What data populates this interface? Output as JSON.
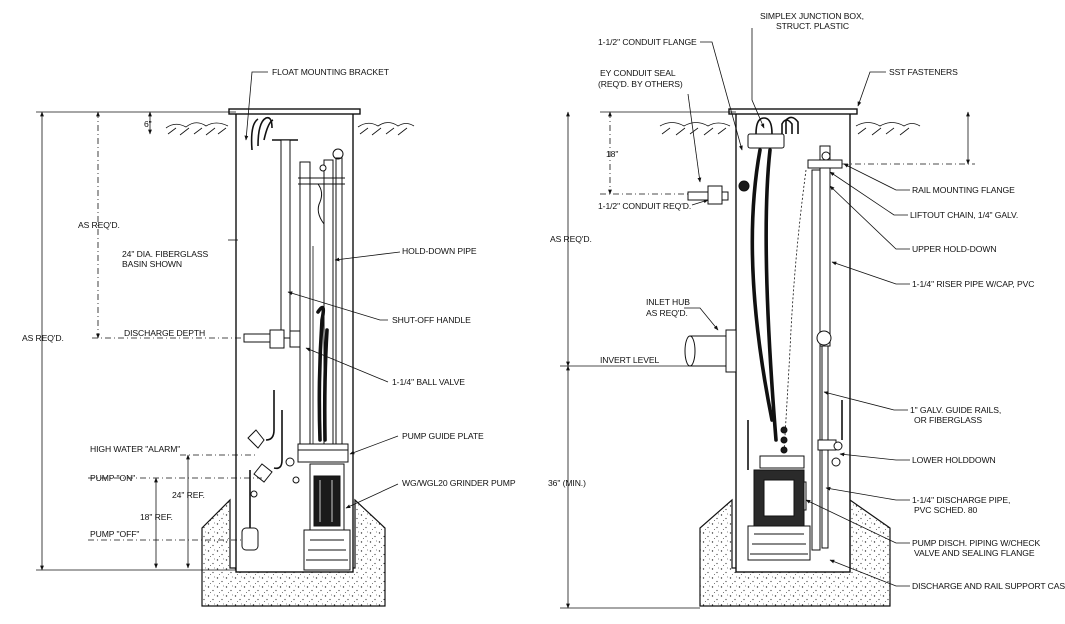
{
  "left": {
    "float_mounting_bracket": "FLOAT MOUNTING BRACKET",
    "six_inch": "6\"",
    "as_reqd_inner": "AS REQ'D.",
    "basin_line1": "24\" DIA. FIBERGLASS",
    "basin_line2": "BASIN SHOWN",
    "as_reqd_outer": "AS REQ'D.",
    "discharge_depth": "DISCHARGE DEPTH",
    "hold_down_pipe": "HOLD-DOWN PIPE",
    "shut_off_handle": "SHUT-OFF HANDLE",
    "ball_valve": "1-1/4\" BALL VALVE",
    "high_water_alarm": "HIGH WATER \"ALARM\"",
    "pump_guide_plate": "PUMP GUIDE PLATE",
    "pump_on": "PUMP \"ON\"",
    "grinder_pump": "WG/WGL20 GRINDER PUMP",
    "ref_24": "24\" REF.",
    "ref_18": "18\" REF.",
    "pump_off": "PUMP \"OFF\""
  },
  "right": {
    "junction_box_line1": "SIMPLEX JUNCTION BOX,",
    "junction_box_line2": "STRUCT. PLASTIC",
    "conduit_flange": "1-1/2\" CONDUIT FLANGE",
    "sst_fasteners": "SST FASTENERS",
    "ey_seal_line1": "EY CONDUIT SEAL",
    "ey_seal_line2": "(REQ'D. BY OTHERS)",
    "eighteen": "18\"",
    "conduit_reqd": "1-1/2\" CONDUIT REQ'D.",
    "rail_mounting_flange": "RAIL MOUNTING FLANGE",
    "liftout_chain": "LIFTOUT CHAIN, 1/4\" GALV.",
    "as_reqd": "AS REQ'D.",
    "upper_hold_down": "UPPER HOLD-DOWN",
    "riser_pipe": "1-1/4\" RISER PIPE W/CAP, PVC",
    "inlet_hub_line1": "INLET HUB",
    "inlet_hub_line2": "AS REQ'D.",
    "invert_level": "INVERT LEVEL",
    "guide_rails_line1": "1\" GALV. GUIDE RAILS,",
    "guide_rails_line2": "OR FIBERGLASS",
    "lower_holddown": "LOWER HOLDDOWN",
    "thirty_six_min": "36\" (MIN.)",
    "discharge_pipe_line1": "1-1/4\" DISCHARGE PIPE,",
    "discharge_pipe_line2": "PVC SCHED. 80",
    "pump_disch_line1": "PUMP DISCH. PIPING W/CHECK",
    "pump_disch_line2": "VALVE AND SEALING FLANGE",
    "discharge_rail_case": "DISCHARGE AND RAIL SUPPORT CASE"
  }
}
